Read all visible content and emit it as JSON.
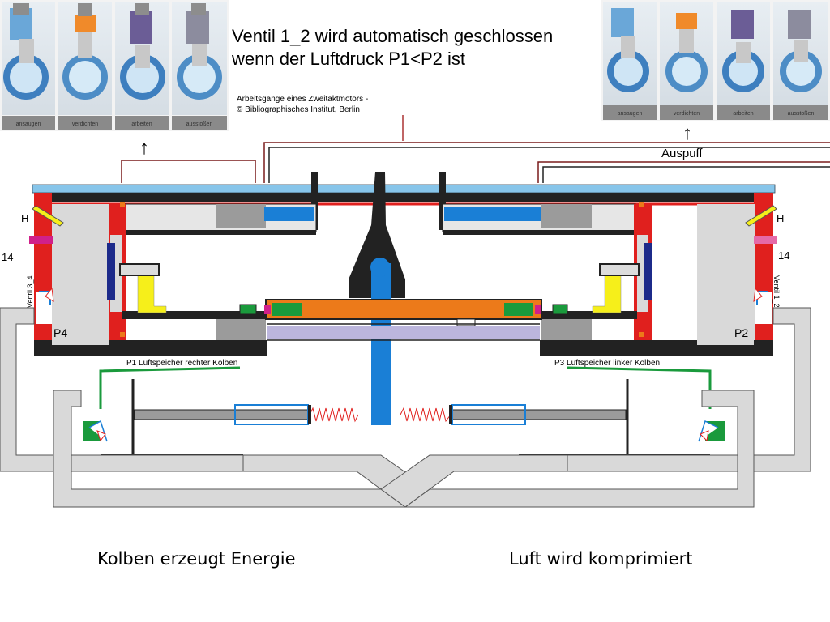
{
  "title_line1": "Ventil 1_2 wird automatisch geschlossen",
  "title_line2": "wenn der Luftdruck P1<P2 ist",
  "credit_line1": "Arbeitsgänge eines Zweitaktmotors -",
  "credit_line2": "© Bibliographisches Institut, Berlin",
  "photo_captions": [
    "ansaugen",
    "verdichten",
    "arbeiten",
    "ausstoßen"
  ],
  "arrow_glyph": "↑",
  "exhaust_label": "Auspuff",
  "left": {
    "h_label": "H",
    "num_label": "14",
    "valve_label": "Ventil 3_4",
    "pressure_label": "P4",
    "storage_label": "P1 Luftspeicher rechter Kolben",
    "caption": "Kolben erzeugt Energie"
  },
  "right": {
    "h_label": "H",
    "num_label": "14",
    "valve_label": "Ventil 1_2",
    "pressure_label": "P2",
    "storage_label": "P3 Luftspeicher linker Kolben",
    "caption": "Luft wird komprimiert"
  },
  "colors": {
    "frame": "#222222",
    "red": "#e0201e",
    "blue": "#1a7fd6",
    "sky": "#87c5ea",
    "orange": "#ec7a1a",
    "green": "#1a9a3c",
    "yellow": "#f6ef1a",
    "gray": "#9b9b9b",
    "light_gray": "#d9d9d9",
    "lavender": "#bcb6dd",
    "navy": "#1c2a8a"
  }
}
